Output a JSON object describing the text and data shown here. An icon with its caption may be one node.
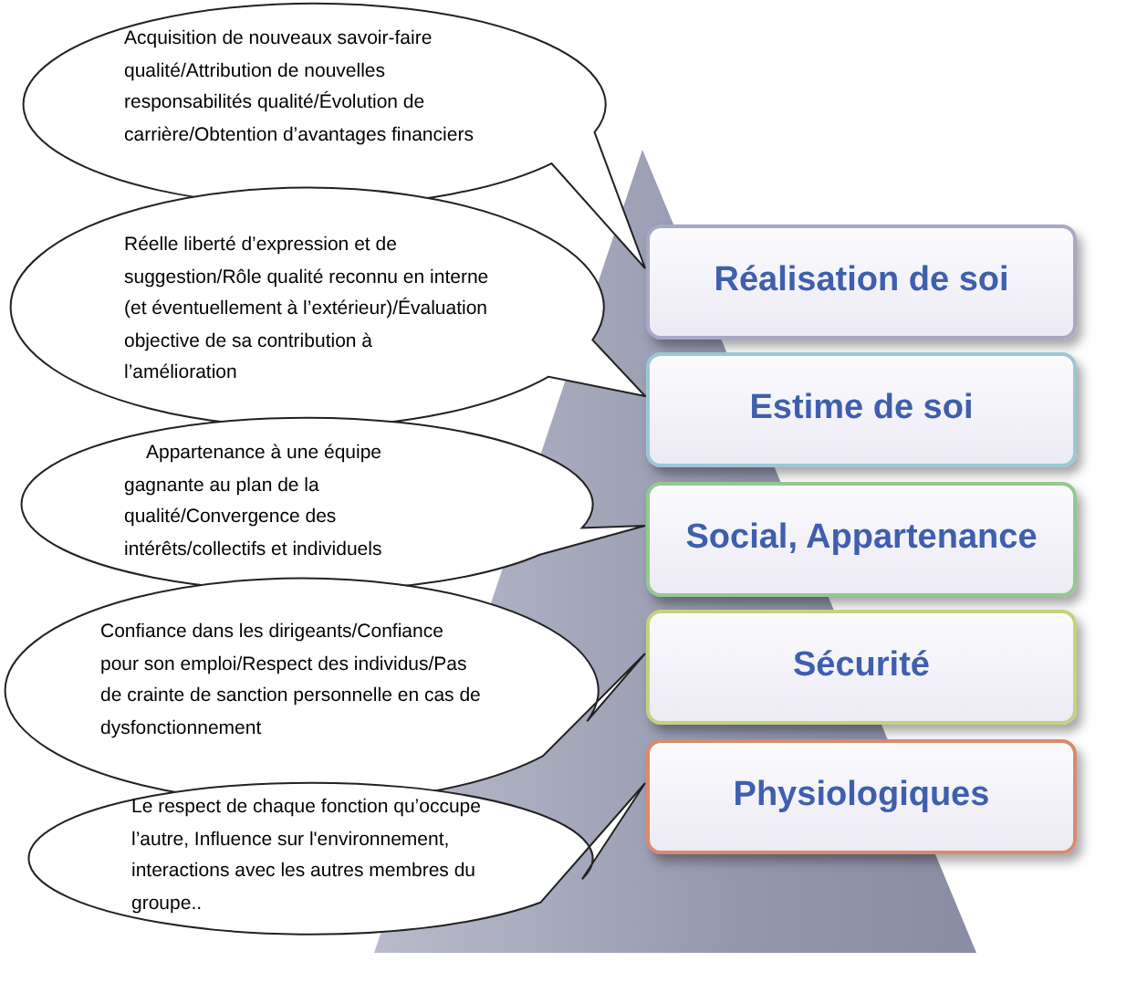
{
  "diagram": {
    "nodes": [
      {
        "text": [
          "Acquisition de nouveaux savoir-faire qualité/Attribution de nouvelles responsabilités qualité/Évolution de carrière/Obtention d’avantages financiers"
        ]
      },
      {
        "text": [
          "Réelle liberté d’expression et de suggestion/Rôle qualité reconnu en interne (et éventuellement à l’extérieur)/Évaluation objective de sa contribution à l’amélioration"
        ]
      },
      {
        "text": [
          "Appartenance à une équipe gagnante au plan de la qualité/Convergence des intérêts/collectifs et individuels"
        ]
      },
      {
        "text": [
          "Confiance dans les dirigeants/Confiance pour son emploi/Respect des individus/Pas de crainte de sanction personnelle en cas de dysfonctionnement"
        ]
      },
      {
        "text": [
          "Le respect de chaque fonction qu’occupe l’autre, Influence sur l'environnement, interactions avec les autres membres du groupe.."
        ]
      },
      {
        "text": [
          "Réalisation de soi"
        ]
      },
      {
        "text": [
          "Estime de soi"
        ]
      },
      {
        "text": [
          "Social, Appartenance"
        ]
      },
      {
        "text": [
          "Sécurité"
        ]
      },
      {
        "text": [
          "Physiologiques"
        ]
      }
    ]
  }
}
